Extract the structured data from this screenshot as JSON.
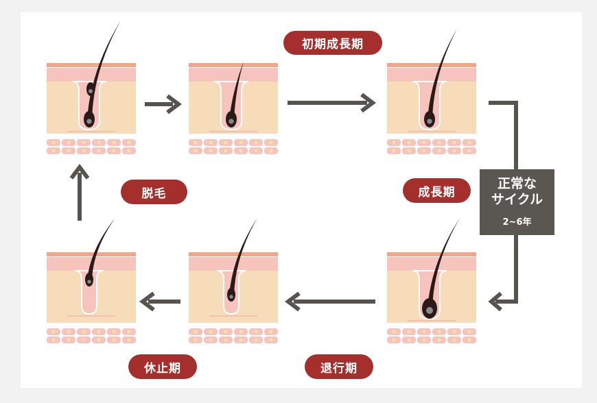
{
  "labels": {
    "early_anagen": "初期成長期",
    "anagen": "成長期",
    "shedding": "脱毛",
    "telogen": "休止期",
    "catagen": "退行期"
  },
  "cycle_box": {
    "line1": "正常な",
    "line2": "サイクル",
    "duration": "2~6年"
  },
  "colors": {
    "pill": "#a52f2d",
    "box": "#5a5651",
    "arrow": "#57534e",
    "skin_top": "#f0a68a",
    "epidermis": "#f6c3bd",
    "dermis": "#f7dcb9",
    "hair": "#2b1a17"
  }
}
